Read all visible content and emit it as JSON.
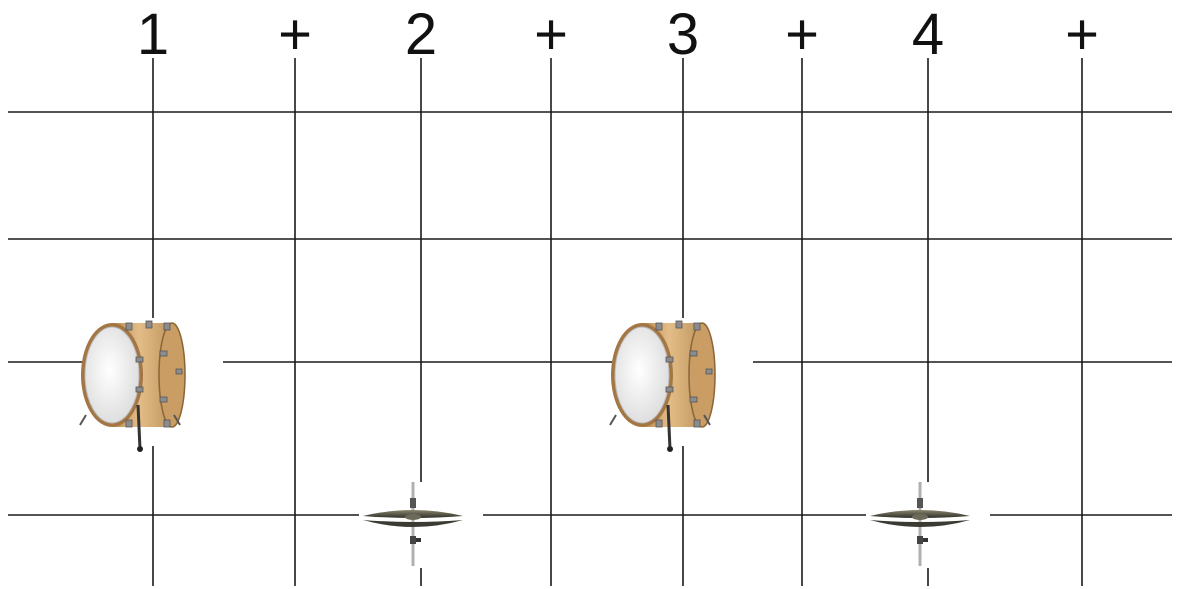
{
  "counts": [
    "1",
    "+",
    "2",
    "+",
    "3",
    "+",
    "4",
    "+"
  ],
  "instruments": [
    {
      "name": "bass-drum",
      "beat": "1"
    },
    {
      "name": "hi-hat",
      "beat": "2"
    },
    {
      "name": "bass-drum",
      "beat": "3"
    },
    {
      "name": "hi-hat",
      "beat": "4"
    }
  ],
  "colors": {
    "line": "#1a1a1a",
    "drum_shell": "#d9b07a",
    "drum_head": "#f4f4f4",
    "cymbal": "#4a4a3e"
  }
}
